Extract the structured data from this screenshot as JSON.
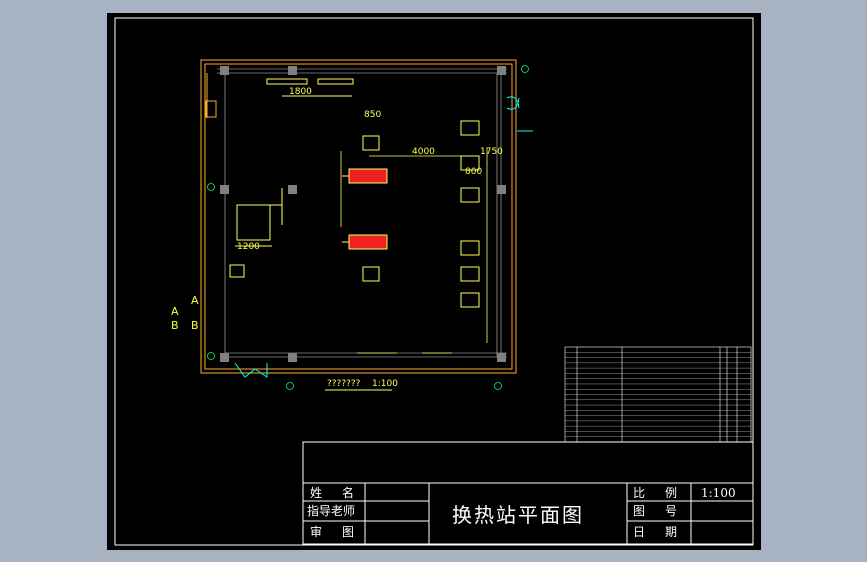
{
  "drawing": {
    "title": "换热站平面图",
    "plan_caption": "??????? ",
    "plan_scale": "1:100",
    "axis_labels": {
      "a1": "A",
      "a2": "A",
      "b1": "B",
      "b2": "B"
    }
  },
  "title_block": {
    "name_label": "姓　名",
    "advisor_label": "指导老师",
    "review_label": "审　图",
    "scale_label": "比　例",
    "scale_value": "1:100",
    "drawing_no_label": "图　号",
    "date_label": "日　期"
  },
  "dimensions": [
    "1800",
    "850",
    "4000",
    "800",
    "1200",
    "1750"
  ],
  "colors": {
    "background": "#000000",
    "frame": "#ffffff",
    "wall": "#ffaa33",
    "equipment": "#ffff55",
    "pipe": "#ff4444",
    "accent": "#00ffff",
    "column": "#808080",
    "app_chrome": "#a7b3c3"
  }
}
